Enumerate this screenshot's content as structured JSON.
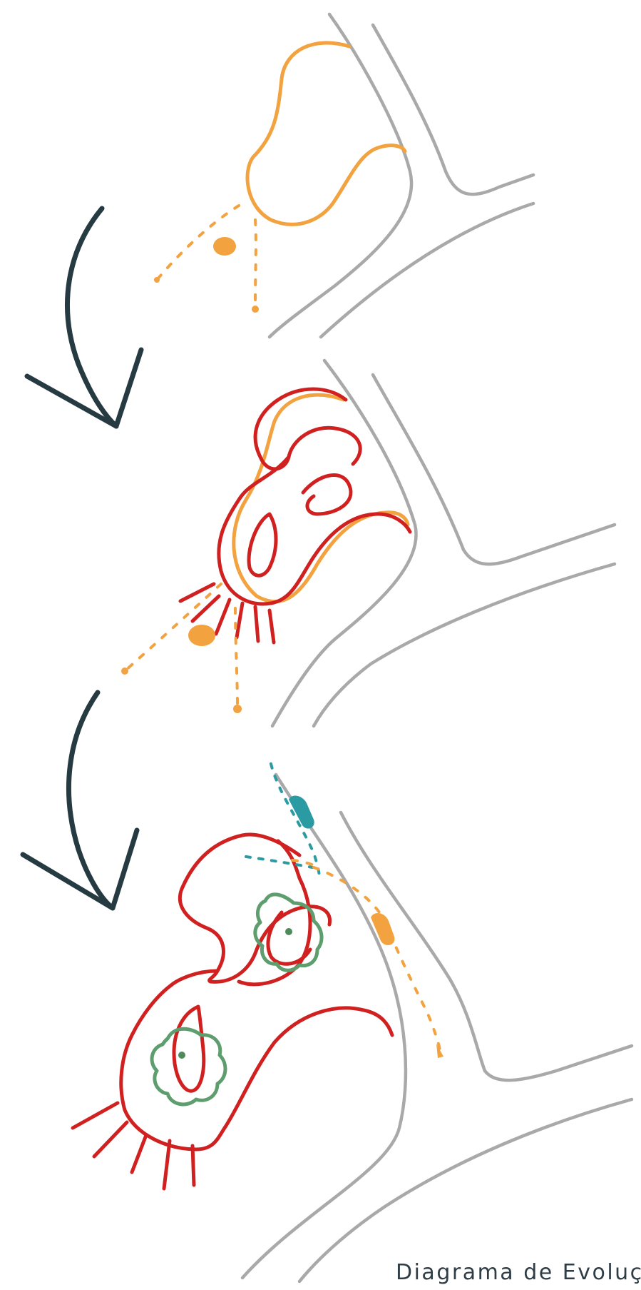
{
  "caption": "Diagrama de Evoluçã",
  "colors": {
    "road": "#a9a9a9",
    "stage_1_orange": "#f2a23e",
    "stage_2_red": "#d12020",
    "stage_3_green": "#5e9e6e",
    "stage_3_teal": "#2a9aa3",
    "arrow": "#263a42"
  },
  "stages": [
    {
      "name": "stage-1",
      "elements": [
        "road-fork",
        "orange-blob",
        "orange-dashed-paths"
      ]
    },
    {
      "name": "stage-2",
      "elements": [
        "road-fork",
        "orange-blob",
        "red-outline",
        "red-rays"
      ]
    },
    {
      "name": "stage-3",
      "elements": [
        "road-fork",
        "red-outline",
        "green-blobs",
        "teal-path",
        "orange-path",
        "red-rays"
      ]
    }
  ],
  "arrows": [
    "down-left-arrow",
    "down-left-arrow"
  ]
}
